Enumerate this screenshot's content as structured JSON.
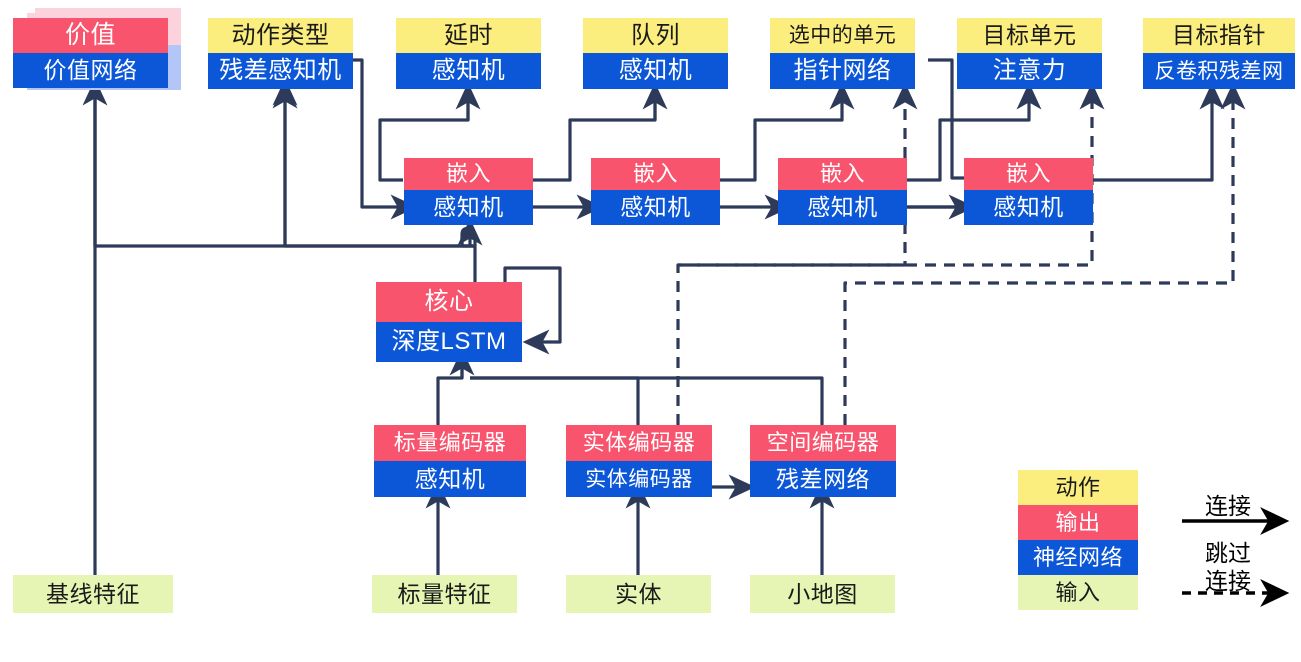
{
  "diagram": {
    "title": "AlphaStar-style policy network architecture (Chinese labels)",
    "colors": {
      "output": "#F9546E",
      "action": "#FBEE7E",
      "network": "#0B57D8",
      "input": "#E6F4B4",
      "wire": "#2E3A59",
      "legend_arrow": "#000000"
    },
    "nodes": [
      {
        "id": "value",
        "top_label": "价值",
        "bottom_label": "价值网络",
        "top_kind": "output",
        "bottom_kind": "network",
        "stacked": true
      },
      {
        "id": "action_type",
        "top_label": "动作类型",
        "bottom_label": "残差感知机",
        "top_kind": "action",
        "bottom_kind": "network",
        "stacked": false
      },
      {
        "id": "delay",
        "top_label": "延时",
        "bottom_label": "感知机",
        "top_kind": "action",
        "bottom_kind": "network",
        "stacked": false
      },
      {
        "id": "queue",
        "top_label": "队列",
        "bottom_label": "感知机",
        "top_kind": "action",
        "bottom_kind": "network",
        "stacked": false
      },
      {
        "id": "selected_units",
        "top_label": "选中的单元",
        "bottom_label": "指针网络",
        "top_kind": "action",
        "bottom_kind": "network",
        "stacked": false
      },
      {
        "id": "target_unit",
        "top_label": "目标单元",
        "bottom_label": "注意力",
        "top_kind": "action",
        "bottom_kind": "network",
        "stacked": false
      },
      {
        "id": "target_point",
        "top_label": "目标指针",
        "bottom_label": "反卷积残差网",
        "top_kind": "action",
        "bottom_kind": "network",
        "stacked": false
      },
      {
        "id": "embed_1",
        "top_label": "嵌入",
        "bottom_label": "感知机",
        "top_kind": "output",
        "bottom_kind": "network",
        "stacked": false
      },
      {
        "id": "embed_2",
        "top_label": "嵌入",
        "bottom_label": "感知机",
        "top_kind": "output",
        "bottom_kind": "network",
        "stacked": false
      },
      {
        "id": "embed_3",
        "top_label": "嵌入",
        "bottom_label": "感知机",
        "top_kind": "output",
        "bottom_kind": "network",
        "stacked": false
      },
      {
        "id": "embed_4",
        "top_label": "嵌入",
        "bottom_label": "感知机",
        "top_kind": "output",
        "bottom_kind": "network",
        "stacked": false
      },
      {
        "id": "core",
        "top_label": "核心",
        "bottom_label": "深度LSTM",
        "top_kind": "output",
        "bottom_kind": "network",
        "stacked": false
      },
      {
        "id": "scalar_encoder",
        "top_label": "标量编码器",
        "bottom_label": "感知机",
        "top_kind": "output",
        "bottom_kind": "network",
        "stacked": false
      },
      {
        "id": "entity_encoder",
        "top_label": "实体编码器",
        "bottom_label": "实体编码器",
        "top_kind": "output",
        "bottom_kind": "network",
        "stacked": false
      },
      {
        "id": "spatial_encoder",
        "top_label": "空间编码器",
        "bottom_label": "残差网络",
        "top_kind": "output",
        "bottom_kind": "network",
        "stacked": false
      }
    ],
    "inputs": [
      {
        "id": "baseline_features",
        "label": "基线特征"
      },
      {
        "id": "scalar_features",
        "label": "标量特征"
      },
      {
        "id": "entities",
        "label": "实体"
      },
      {
        "id": "minimap",
        "label": "小地图"
      }
    ],
    "legend": {
      "swatches": [
        {
          "id": "action",
          "label": "动作",
          "kind": "action"
        },
        {
          "id": "output",
          "label": "输出",
          "kind": "output"
        },
        {
          "id": "network",
          "label": "神经网络",
          "kind": "network"
        },
        {
          "id": "input",
          "label": "输入",
          "kind": "input"
        }
      ],
      "connect_label": "连接",
      "skip_label_line1": "跳过",
      "skip_label_line2": "连接"
    }
  }
}
